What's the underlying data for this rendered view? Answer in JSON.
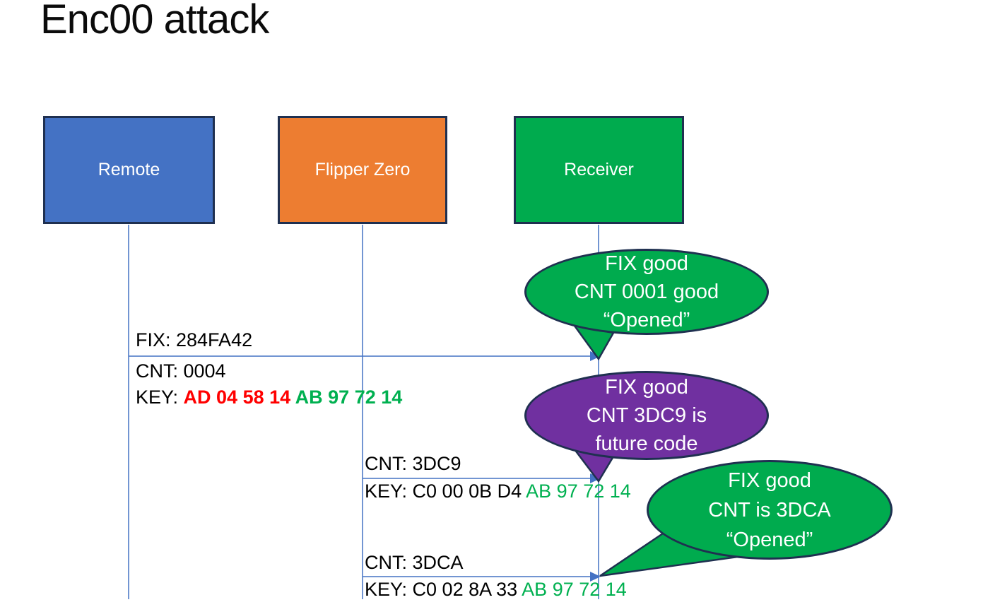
{
  "title": "Enc00 attack",
  "palette": {
    "actor_blue": "#4472C4",
    "actor_orange": "#ED7D31",
    "actor_green": "#00AB4E",
    "bubble_purple": "#7030A0",
    "outline_navy": "#1F3050",
    "connector_blue": "#4472C4",
    "text_red": "#FF0000",
    "text_green": "#00B050",
    "text_black": "#000000",
    "text_white": "#FFFFFF"
  },
  "actors": [
    {
      "label": "Remote",
      "fill": "#4472C4"
    },
    {
      "label": "Flipper Zero",
      "fill": "#ED7D31"
    },
    {
      "label": "Receiver",
      "fill": "#00AB4E"
    }
  ],
  "messages": [
    {
      "from": "Remote",
      "to": "Receiver",
      "above": {
        "text": "FIX: 284FA42",
        "color": "#000000"
      },
      "below": [
        [
          {
            "text": "CNT: 0004",
            "color": "#000000"
          }
        ],
        [
          {
            "text": "KEY: ",
            "color": "#000000"
          },
          {
            "text": "AD 04 58 14 ",
            "color": "#FF0000"
          },
          {
            "text": "AB 97 72 14",
            "color": "#00B050"
          }
        ]
      ]
    },
    {
      "from": "Flipper Zero",
      "to": "Receiver",
      "above": {
        "text": "CNT: 3DC9",
        "color": "#000000"
      },
      "below": [
        [
          {
            "text": "KEY: C0 00 0B D4 ",
            "color": "#000000"
          },
          {
            "text": "AB 97 72 14",
            "color": "#00B050"
          }
        ]
      ]
    },
    {
      "from": "Flipper Zero",
      "to": "Receiver",
      "above": {
        "text": "CNT: 3DCA",
        "color": "#000000"
      },
      "below": [
        [
          {
            "text": "KEY: C0 02 8A 33 ",
            "color": "#000000"
          },
          {
            "text": "AB 97 72 14",
            "color": "#00B050"
          }
        ]
      ]
    }
  ],
  "bubbles": [
    {
      "fill": "#00AB4E",
      "lines": [
        "FIX good",
        "CNT 0001 good",
        "“Opened”"
      ]
    },
    {
      "fill": "#7030A0",
      "lines": [
        "FIX good",
        "CNT 3DC9 is",
        "future code"
      ]
    },
    {
      "fill": "#00AB4E",
      "lines": [
        "FIX good",
        "CNT is 3DCA",
        "“Opened”"
      ]
    }
  ]
}
